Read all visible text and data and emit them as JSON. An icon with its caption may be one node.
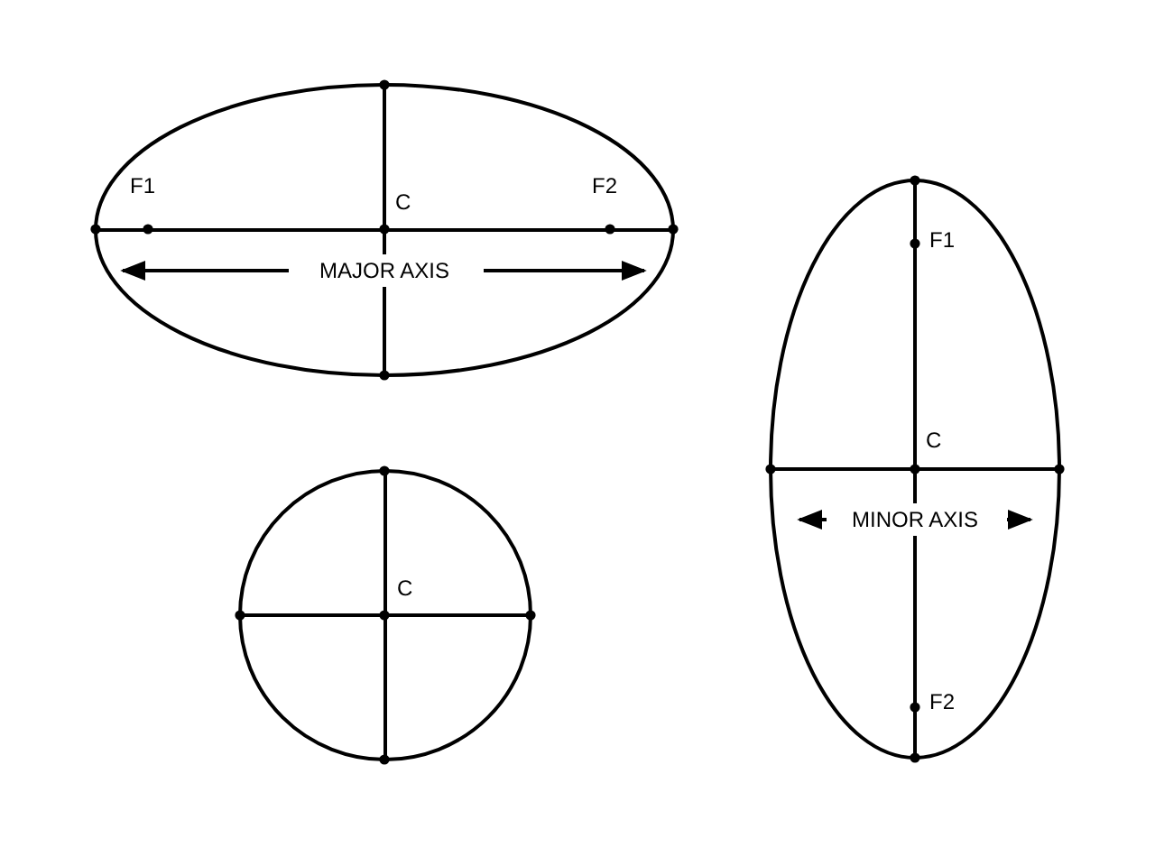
{
  "diagram": {
    "nodes": [
      {
        "text": [
          "F1",
          "C",
          "F2",
          "MAJOR AXIS"
        ]
      },
      {
        "text": [
          "F1",
          "C",
          "MINOR AXIS",
          "F2"
        ]
      },
      {
        "text": [
          "C"
        ]
      }
    ]
  }
}
